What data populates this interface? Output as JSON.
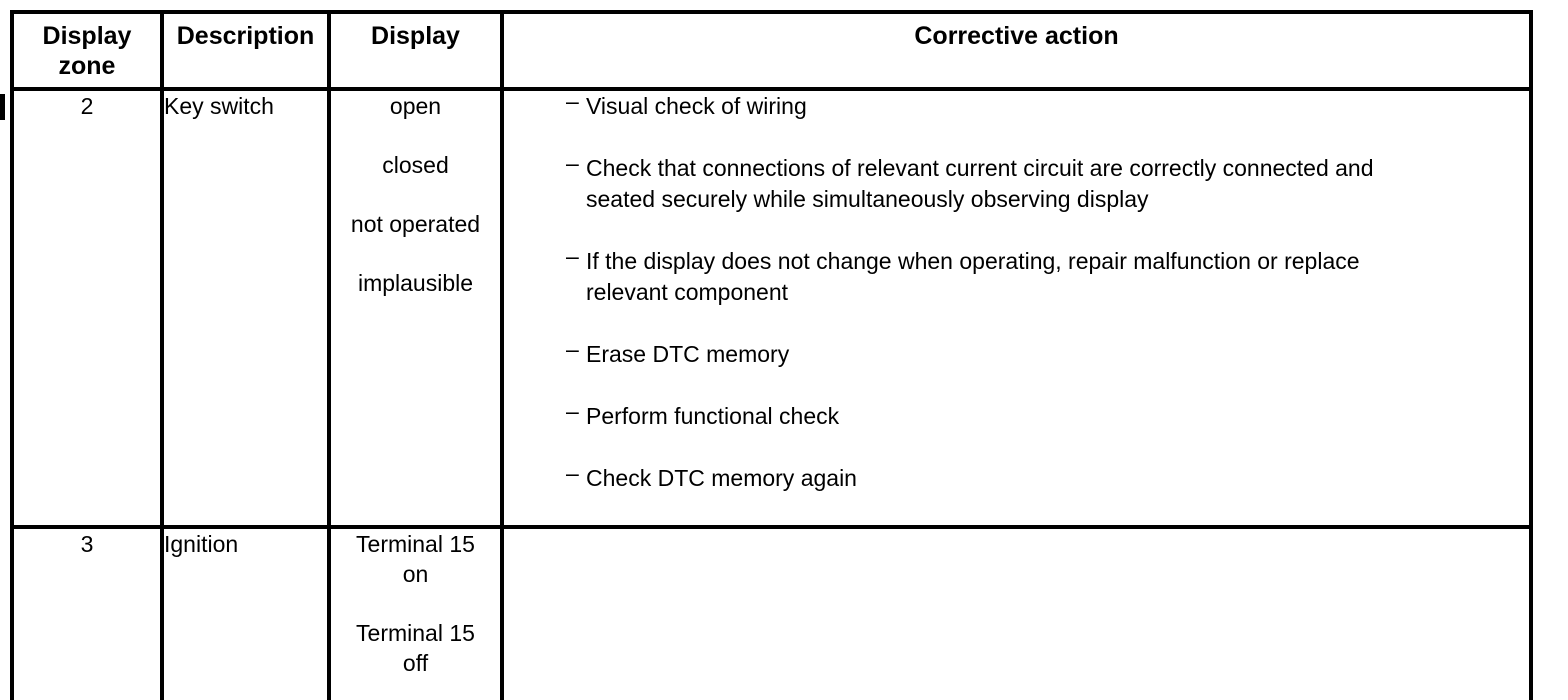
{
  "colors": {
    "border": "#000000",
    "text": "#000000",
    "background": "#ffffff"
  },
  "table": {
    "headers": [
      "Display zone",
      "Description",
      "Display",
      "Corrective action"
    ],
    "rows": [
      {
        "display_zone": "2",
        "description": "Key switch",
        "display_values": [
          "open",
          "closed",
          "not operated",
          "implausible"
        ],
        "corrective_actions": [
          "Visual check of wiring",
          "Check that connections of relevant current circuit are correctly connected and seated securely while simultaneously observing display",
          "If the display does not change when operating, repair malfunction or replace relevant component",
          "Erase DTC memory",
          "Perform functional check",
          "Check DTC memory again"
        ]
      },
      {
        "display_zone": "3",
        "description": "Ignition",
        "display_values": [
          "Terminal 15\non",
          "Terminal 15\noff"
        ],
        "corrective_actions": []
      }
    ]
  }
}
